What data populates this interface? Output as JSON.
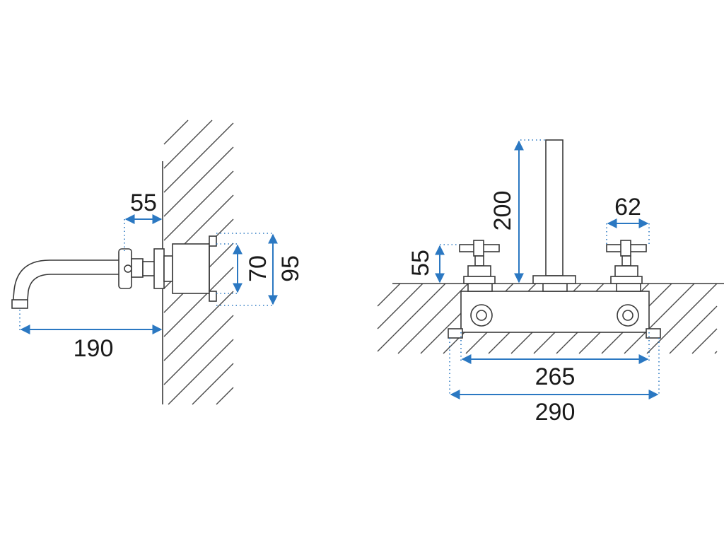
{
  "side_view": {
    "dimensions": {
      "wall_to_handle": "55",
      "spout_projection": "190",
      "inner_body_height": "70",
      "outer_body_height": "95"
    }
  },
  "front_view": {
    "dimensions": {
      "spout_height": "200",
      "handle_height": "55",
      "handle_width": "62",
      "inner_width": "265",
      "outer_width": "290"
    }
  },
  "colors": {
    "dimension_line": "#2b78c2",
    "drawing_line": "#3a3a3a"
  }
}
